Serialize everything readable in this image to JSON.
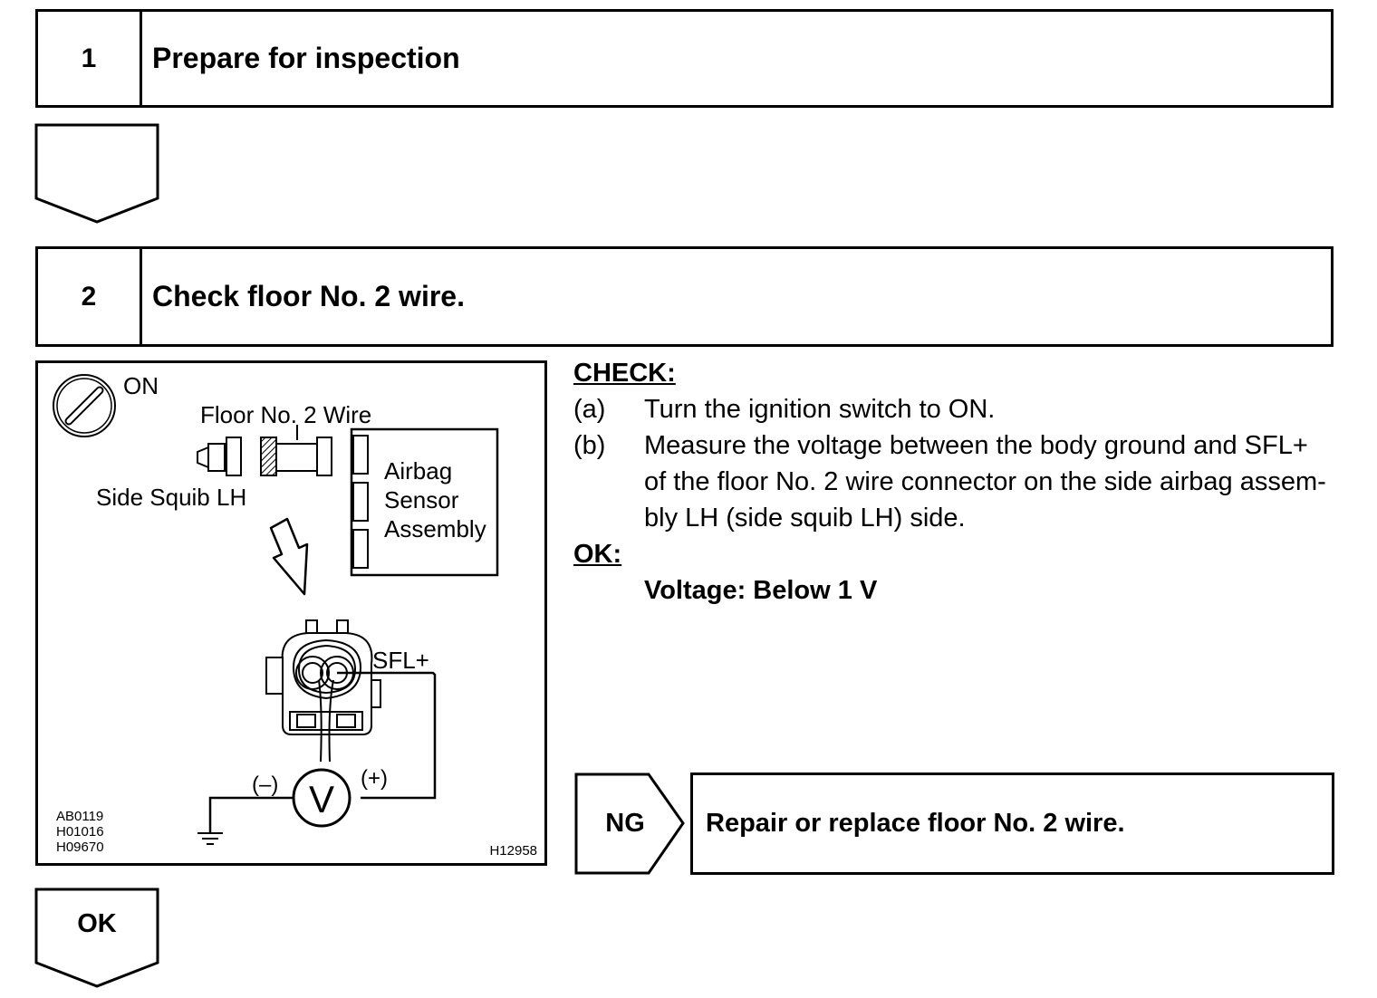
{
  "step1": {
    "number": "1",
    "title": "Prepare for inspection"
  },
  "step2": {
    "number": "2",
    "title": "Check floor No. 2 wire."
  },
  "illustration": {
    "on_label": "ON",
    "floor_wire_label": "Floor No. 2 Wire",
    "side_squib_label": "Side Squib LH",
    "airbag_sensor_label_1": "Airbag",
    "airbag_sensor_label_2": "Sensor",
    "airbag_sensor_label_3": "Assembly",
    "sfl_label": "SFL+",
    "neg_label": "(–)",
    "pos_label": "(+)",
    "voltmeter_label": "V",
    "codes": [
      "AB0119",
      "H01016",
      "H09670"
    ],
    "figure_id": "H12958"
  },
  "check": {
    "heading": "CHECK:",
    "a_marker": "(a)",
    "a_text": "Turn the ignition switch to ON.",
    "b_marker": "(b)",
    "b_line1": "Measure the voltage between the body ground and SFL+",
    "b_line2": "of the floor No. 2 wire connector on the side airbag assem-",
    "b_line3": "bly LH (side squib LH) side.",
    "ok_heading": "OK:",
    "ok_value": "Voltage: Below 1 V"
  },
  "ng_branch": {
    "label": "NG",
    "action": "Repair or replace floor No. 2 wire."
  },
  "ok_branch": {
    "label": "OK"
  }
}
